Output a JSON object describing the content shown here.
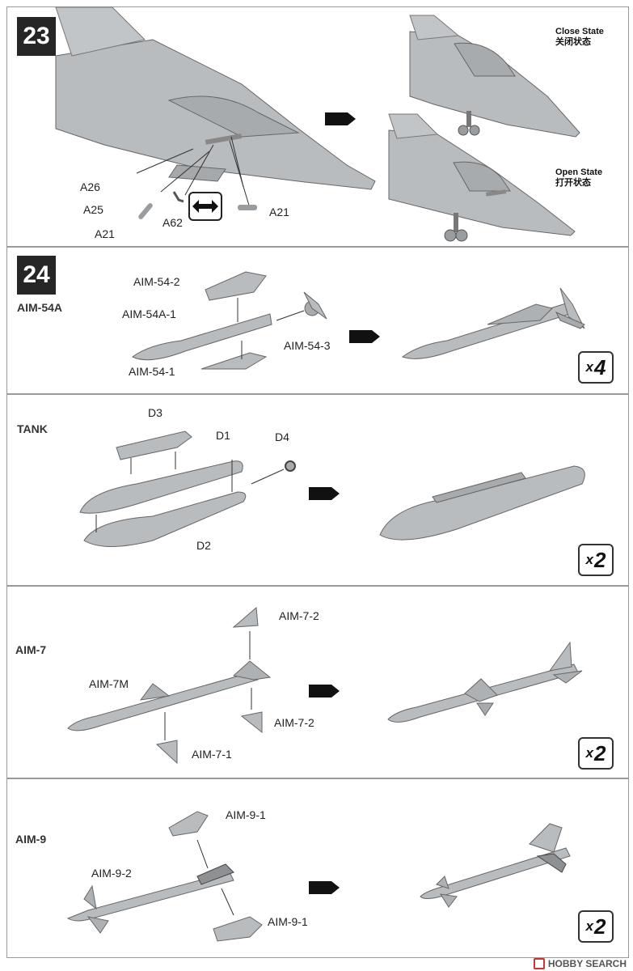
{
  "step23": {
    "number": "23",
    "labels": {
      "a26": "A26",
      "a25": "A25",
      "a21_left": "A21",
      "a62": "A62",
      "a21_right": "A21"
    },
    "close_state_en": "Close State",
    "close_state_zh": "关闭状态",
    "open_state_en": "Open State",
    "open_state_zh": "打开状态"
  },
  "step24": {
    "number": "24",
    "title": "AIM-54A",
    "labels": {
      "p2": "AIM-54-2",
      "p1main": "AIM-54A-1",
      "p3": "AIM-54-3",
      "p1": "AIM-54-1"
    },
    "mult_x": "x",
    "mult_n": "4"
  },
  "tank": {
    "title": "TANK",
    "labels": {
      "d3": "D3",
      "d1": "D1",
      "d4": "D4",
      "d2": "D2"
    },
    "mult_x": "x",
    "mult_n": "2"
  },
  "aim7": {
    "title": "AIM-7",
    "labels": {
      "top": "AIM-7-2",
      "main": "AIM-7M",
      "mid": "AIM-7-2",
      "bottom": "AIM-7-1"
    },
    "mult_x": "x",
    "mult_n": "2"
  },
  "aim9": {
    "title": "AIM-9",
    "labels": {
      "top": "AIM-9-1",
      "main": "AIM-9-2",
      "bottom": "AIM-9-1"
    },
    "mult_x": "x",
    "mult_n": "2"
  },
  "footer": {
    "brand": "HOBBY SEARCH"
  },
  "colors": {
    "part_gray": "#b9bcbf",
    "outline": "#555555",
    "badge": "#262626"
  }
}
